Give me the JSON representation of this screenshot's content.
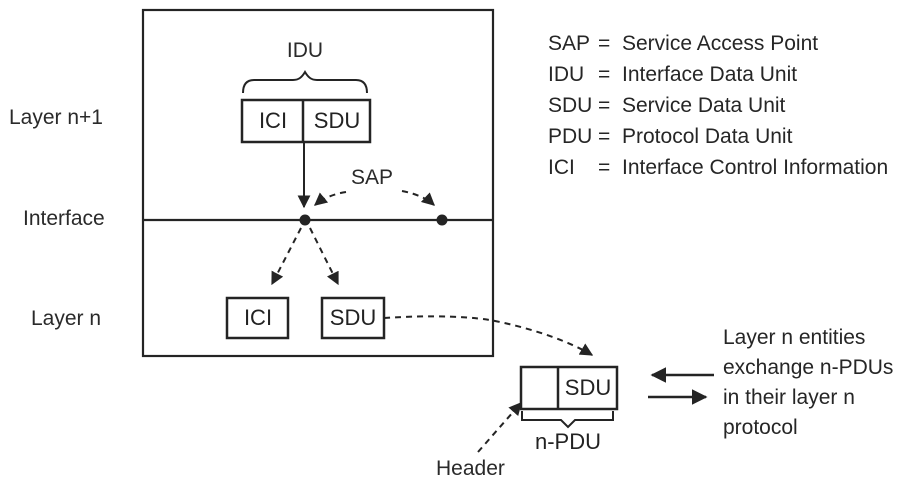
{
  "diagram": {
    "layer_labels": {
      "upper": "Layer n+1",
      "interface": "Interface",
      "lower": "Layer n"
    },
    "upper_unit": {
      "group_label": "IDU",
      "left_cell": "ICI",
      "right_cell": "SDU"
    },
    "sap_label": "SAP",
    "lower_unit": {
      "ici": "ICI",
      "sdu": "SDU"
    },
    "pdu_unit": {
      "sdu_cell": "SDU",
      "bracket_label": "n-PDU",
      "header_label": "Header"
    },
    "note": "Layer n entities\nexchange n-PDUs\nin their layer n\nprotocol"
  },
  "legend": {
    "items": [
      {
        "abbr": "SAP",
        "eq": "=",
        "desc": "Service Access Point"
      },
      {
        "abbr": "IDU",
        "eq": "=",
        "desc": "Interface Data Unit"
      },
      {
        "abbr": "SDU",
        "eq": "=",
        "desc": "Service Data Unit"
      },
      {
        "abbr": "PDU",
        "eq": "=",
        "desc": "Protocol Data Unit"
      },
      {
        "abbr": "ICI",
        "eq": "=",
        "desc": "Interface Control Information"
      }
    ]
  },
  "colors": {
    "ink": "#242424",
    "background": "#ffffff"
  }
}
